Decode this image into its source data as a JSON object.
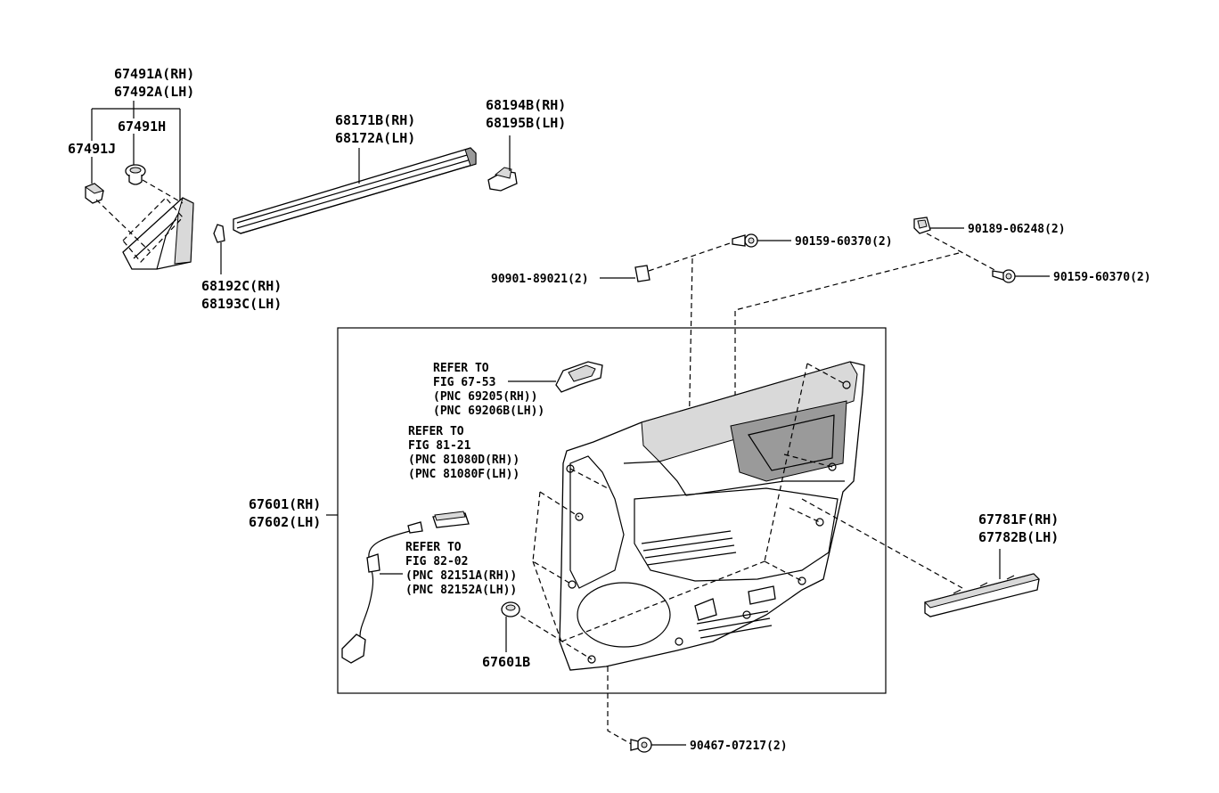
{
  "parts": {
    "p67491a": [
      "67491A(RH)",
      "67492A(LH)"
    ],
    "p67491h": "67491H",
    "p67491j": "67491J",
    "p68171b": [
      "68171B(RH)",
      "68172A(LH)"
    ],
    "p68194b": [
      "68194B(RH)",
      "68195B(LH)"
    ],
    "p68192c": [
      "68192C(RH)",
      "68193C(LH)"
    ],
    "p90189": "90189-06248(2)",
    "p90159a": "90159-60370(2)",
    "p90159b": "90159-60370(2)",
    "p90901": "90901-89021(2)",
    "p67601": [
      "67601(RH)",
      "67602(LH)"
    ],
    "p67601b": "67601B",
    "p67781f": [
      "67781F(RH)",
      "67782B(LH)"
    ],
    "p90467": "90467-07217(2)"
  },
  "refs": {
    "fig6753": [
      "REFER TO",
      "FIG 67-53",
      "(PNC 69205(RH))",
      "(PNC 69206B(LH))"
    ],
    "fig8121": [
      "REFER TO",
      "FIG 81-21",
      "(PNC 81080D(RH))",
      "(PNC 81080F(LH))"
    ],
    "fig8202": [
      "REFER TO",
      "FIG 82-02",
      "(PNC 82151A(RH))",
      "(PNC 82152A(LH))"
    ]
  }
}
